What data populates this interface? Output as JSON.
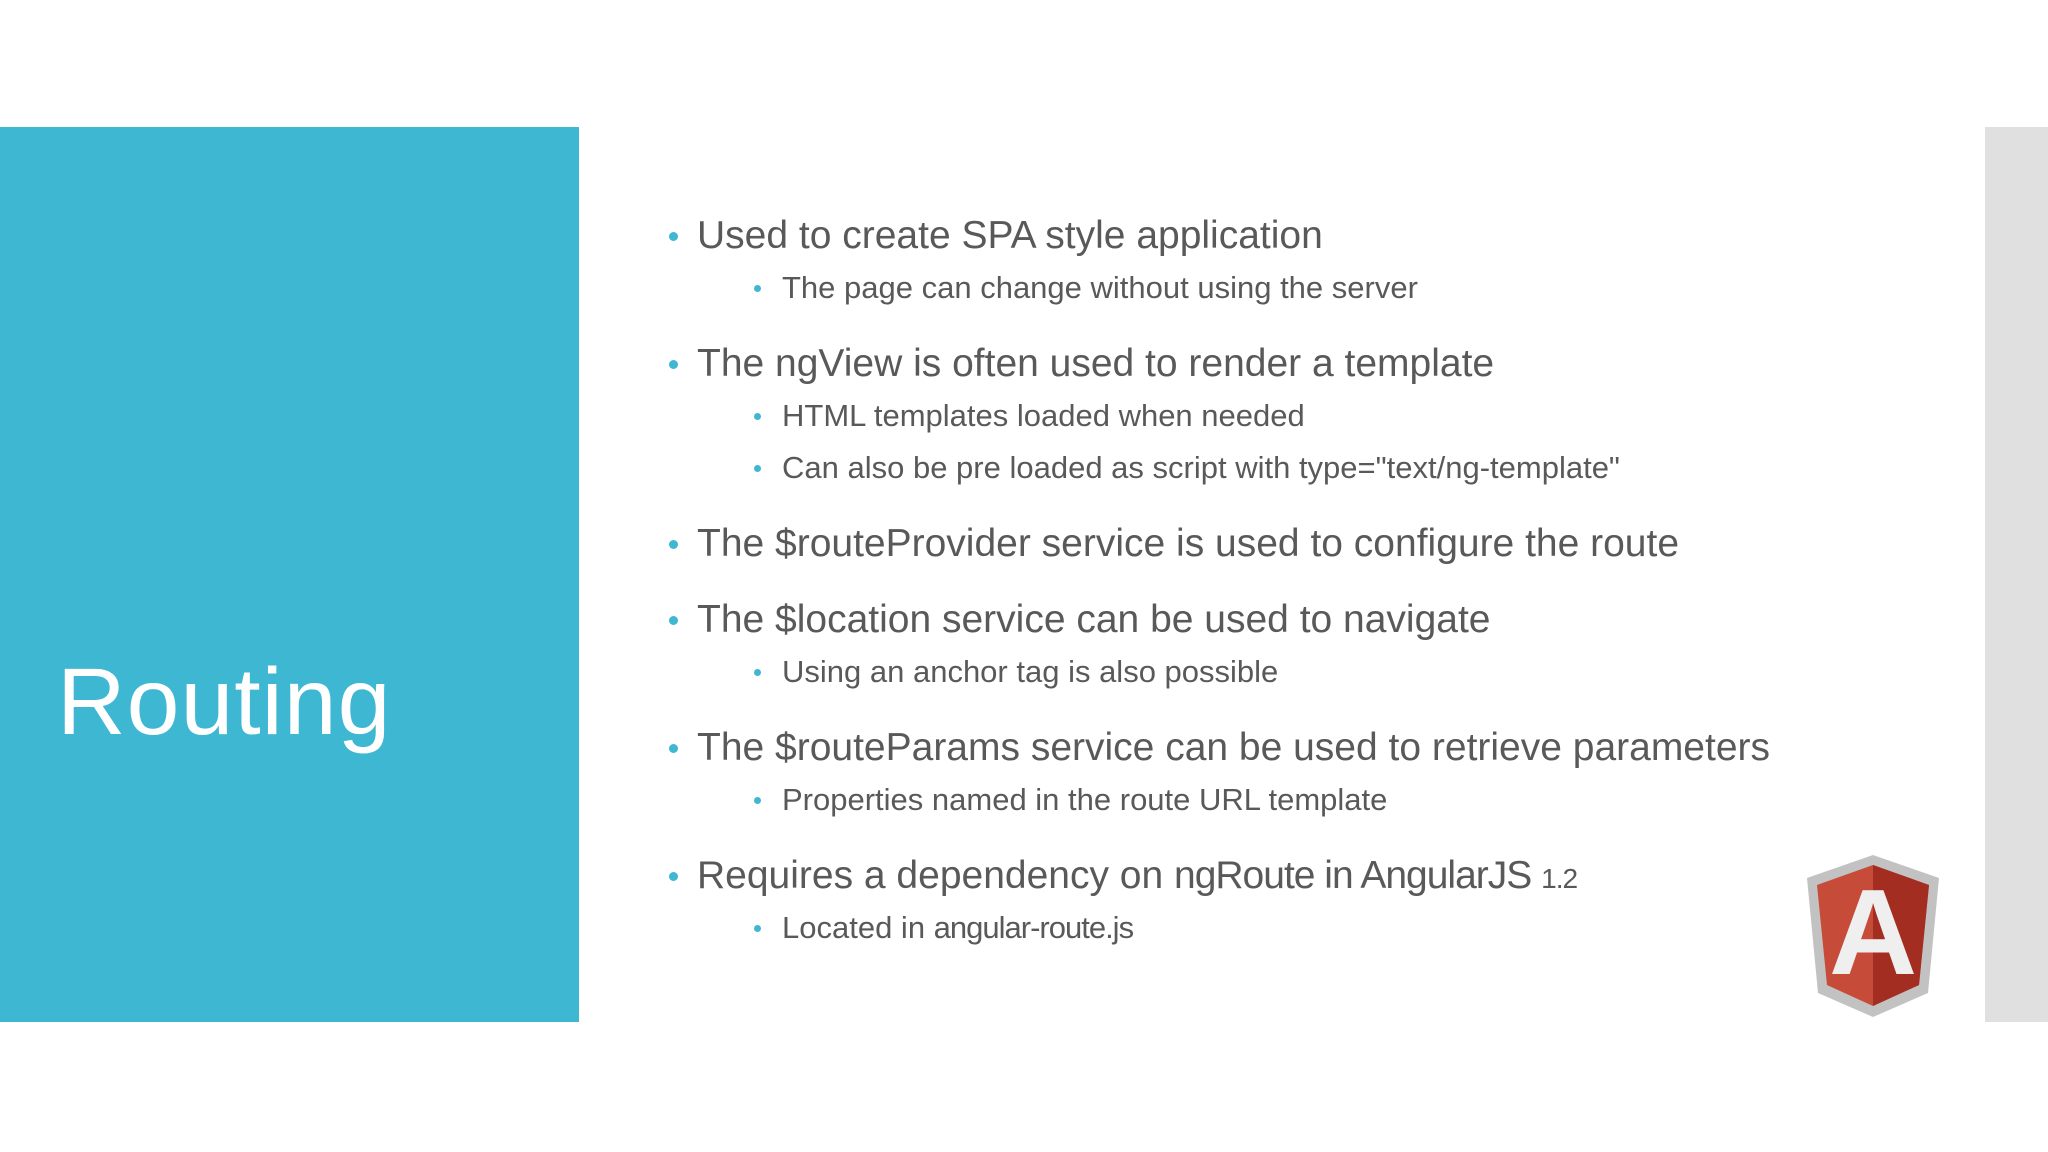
{
  "slide": {
    "title": "Routing",
    "bullets": [
      {
        "level": 1,
        "segments": [
          {
            "t": "Used to create SPA style application",
            "s": "n"
          }
        ]
      },
      {
        "level": 2,
        "segments": [
          {
            "t": "The page can change without using the server",
            "s": "n"
          }
        ]
      },
      {
        "level": 1,
        "segments": [
          {
            "t": "The ngView is often used to render a template",
            "s": "n"
          }
        ]
      },
      {
        "level": 2,
        "segments": [
          {
            "t": "HTML templates loaded when needed",
            "s": "n"
          }
        ]
      },
      {
        "level": 2,
        "segments": [
          {
            "t": "Can also be pre loaded as script with type=\"text/ng-template\"",
            "s": "n"
          }
        ]
      },
      {
        "level": 1,
        "segments": [
          {
            "t": "The $routeProvider service is used to configure the route",
            "s": "n"
          }
        ]
      },
      {
        "level": 1,
        "segments": [
          {
            "t": "The $location service can be used to navigate",
            "s": "n"
          }
        ]
      },
      {
        "level": 2,
        "segments": [
          {
            "t": "Using an anchor tag is also possible",
            "s": "n"
          }
        ]
      },
      {
        "level": 1,
        "segments": [
          {
            "t": "The $routeParams service can be used to retrieve parameters",
            "s": "n"
          }
        ]
      },
      {
        "level": 2,
        "segments": [
          {
            "t": "Properties named in the route URL template",
            "s": "n"
          }
        ]
      },
      {
        "level": 1,
        "segments": [
          {
            "t": "Requires a dependency on ",
            "s": "n"
          },
          {
            "t": "ngRoute in AngularJS ",
            "s": "alt"
          },
          {
            "t": "1.2",
            "s": "altnum"
          }
        ]
      },
      {
        "level": 2,
        "segments": [
          {
            "t": "Located in ",
            "s": "n"
          },
          {
            "t": "angular-route.js",
            "s": "alt"
          }
        ]
      }
    ],
    "logo": {
      "name": "angularjs-shield-logo",
      "letter": "A"
    },
    "colors": {
      "accent": "#3DB7D2",
      "panel": "#3DB7D2",
      "strip": "#E0E0E0",
      "text": "#595959",
      "title_text": "#FFFFFF",
      "logo_border": "#C2C2C2",
      "logo_red_light": "#C64B39",
      "logo_red_dark": "#A32D20",
      "logo_letter": "#EFEFEF"
    }
  }
}
